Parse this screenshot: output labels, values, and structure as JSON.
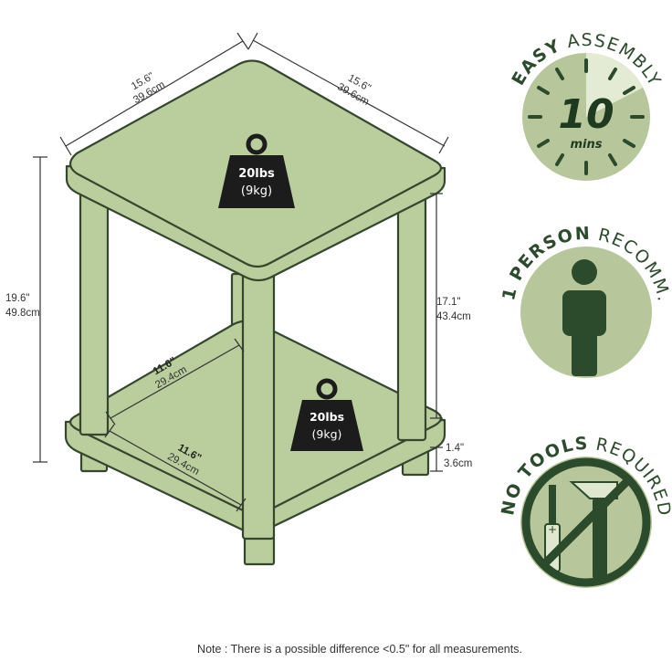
{
  "dimensions": {
    "top_left_width_in": "15.6\"",
    "top_left_width_cm": "39.6cm",
    "top_right_depth_in": "15.6\"",
    "top_right_depth_cm": "39.6cm",
    "total_height_in": "19.6\"",
    "total_height_cm": "49.8cm",
    "inner_height_in": "17.1\"",
    "inner_height_cm": "43.4cm",
    "shelf_depth_in": "11.6\"",
    "shelf_depth_cm": "29.4cm",
    "shelf_width_in": "11.6\"",
    "shelf_width_cm": "29.4cm",
    "foot_height_in": "1.4\"",
    "foot_height_cm": "3.6cm"
  },
  "weights": {
    "top_weight": "20lbs",
    "top_weight_metric": "(9kg)",
    "shelf_weight": "20lbs",
    "shelf_weight_metric": "(9kg)"
  },
  "badges": {
    "assembly_bold": "EASY",
    "assembly_rest": " ASSEMBLY",
    "assembly_minutes": "10",
    "assembly_unit": "mins",
    "person_bold": "1 PERSON",
    "person_rest": " RECOMM.",
    "tools_bold": "NO TOOLS",
    "tools_rest": " REQUIRED"
  },
  "note": "Note : There is a possible difference <0.5\" for all measurements.",
  "colors": {
    "table": "#b9ce9c",
    "outline": "#35462f",
    "badge_bg": "#b7c79b",
    "badge_dark": "#2c4a2c",
    "weight_icon": "#1c1c1c"
  }
}
